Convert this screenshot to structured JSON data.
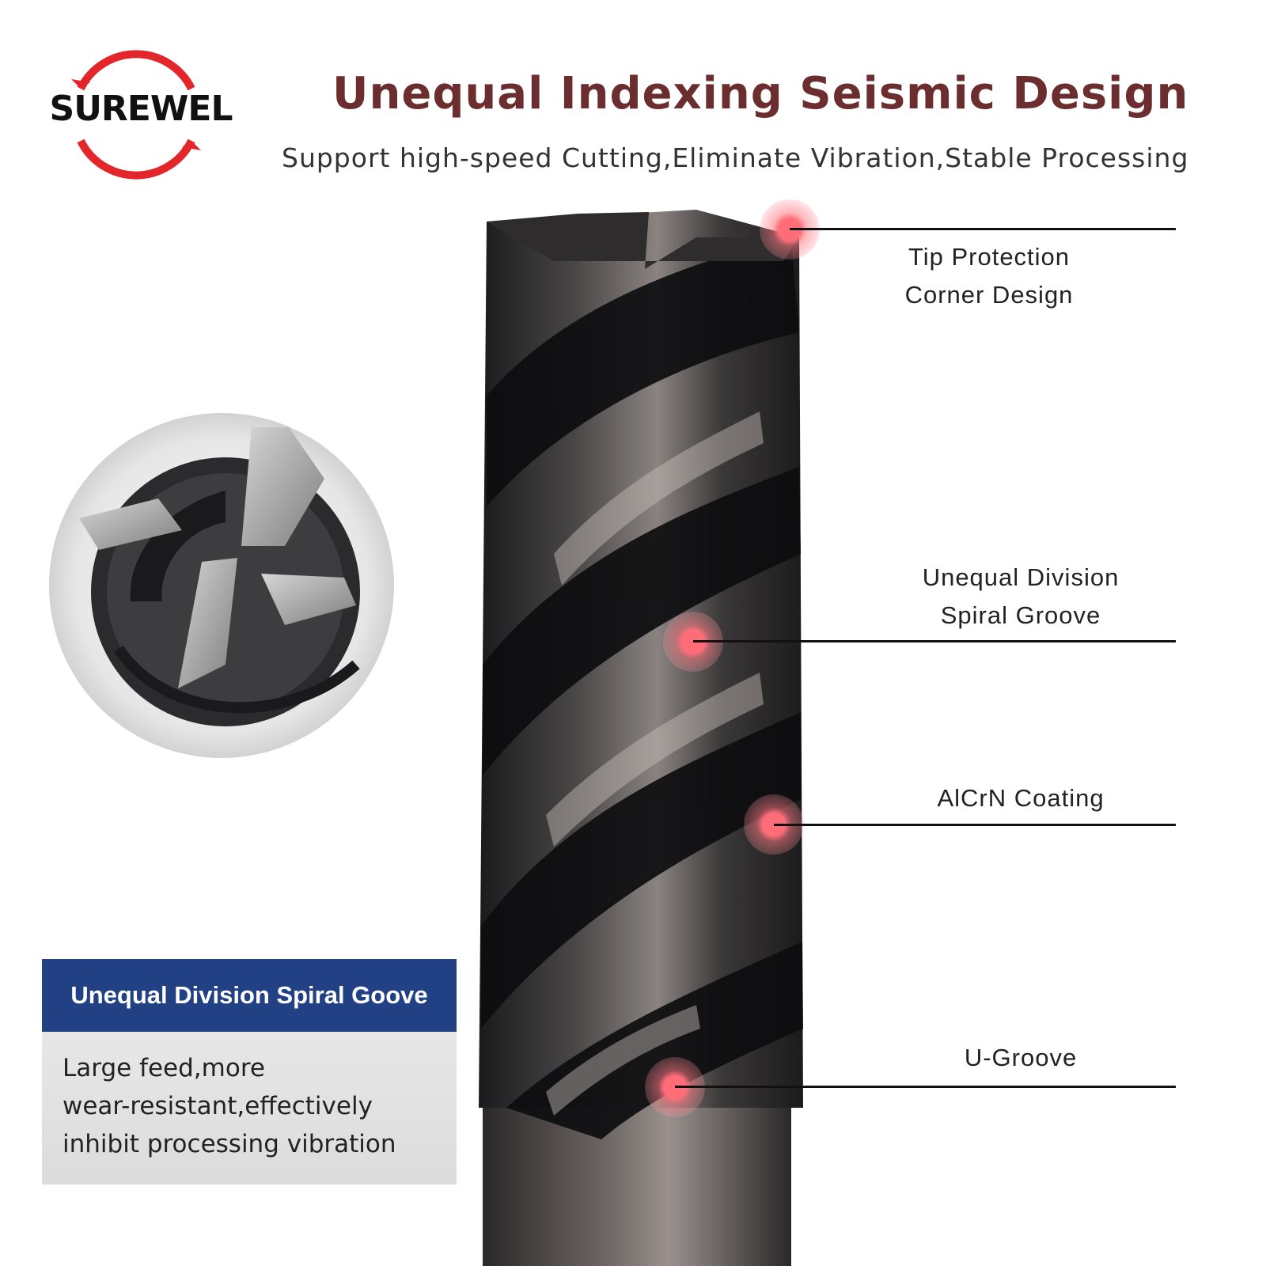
{
  "brand": {
    "name": "SUREWEL"
  },
  "header": {
    "title": "Unequal Indexing Seismic Design",
    "subtitle": "Support high-speed Cutting,Eliminate Vibration,Stable Processing"
  },
  "callouts": [
    {
      "lines": [
        "Tip Protection",
        "Corner Design"
      ]
    },
    {
      "lines": [
        "Unequal Division",
        "Spiral Groove"
      ]
    },
    {
      "lines": [
        "AlCrN Coating"
      ]
    },
    {
      "lines": [
        "U-Groove"
      ]
    }
  ],
  "info_box": {
    "heading": "Unequal Division Spiral Goove",
    "body_lines": [
      "Large feed,more",
      "wear-resistant,effectively",
      "inhibit processing vibration"
    ]
  },
  "colors": {
    "title": "#6b2d2d",
    "logo_ring": "#e2262b",
    "info_head": "#214184",
    "callout_dot": "#ff6e78"
  }
}
